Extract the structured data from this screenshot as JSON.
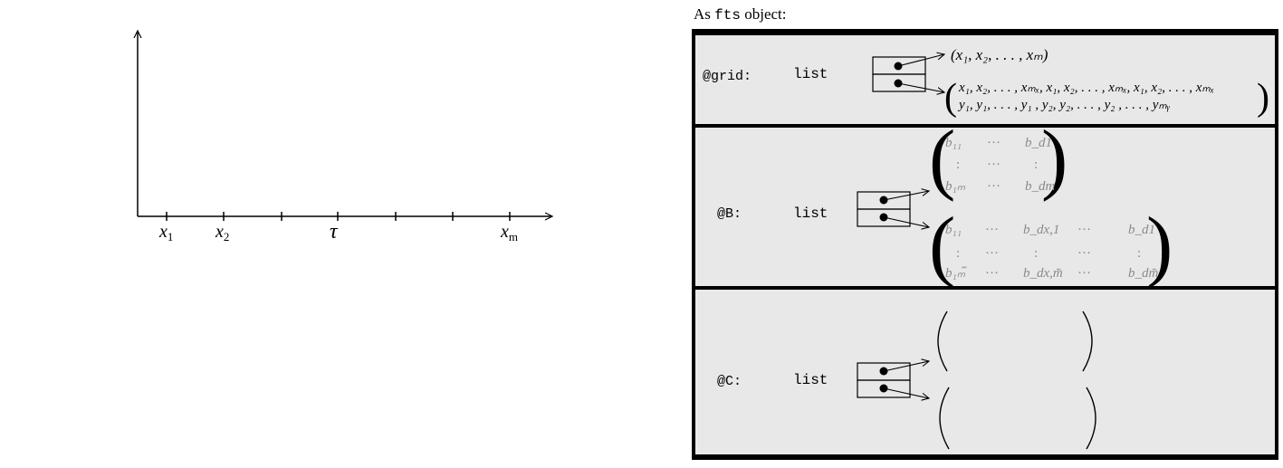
{
  "axis": {
    "tick_labels": {
      "x1_base": "x",
      "x1_sub": "1",
      "x2_base": "x",
      "x2_sub": "2",
      "tau": "τ",
      "xm_base": "x",
      "xm_sub": "m"
    }
  },
  "panel": {
    "heading_before": "As ",
    "heading_code": "fts",
    "heading_after": " object:",
    "rows": [
      {
        "slot": "@grid:",
        "type": "list",
        "vector": "(x₁, x₂, . . . , xₘ)",
        "matrix_row1": "x₁, x₂, . . . , xₘₓ, x₁, x₂, . . . , xₘₓ, x₁, x₂, . . . , xₘₓ",
        "matrix_row2": "y₁, y₁, . . . , y₁ , y₂, y₂, . . . , y₂ ,        . . .       , yₘᵧ"
      },
      {
        "slot": "@B:",
        "type": "list",
        "m1_r1": [
          "b₁₁",
          "···",
          "b_d1"
        ],
        "m1_r2": [
          ":",
          "···",
          ":"
        ],
        "m1_r3": [
          "b₁ₘ",
          "···",
          "b_dm"
        ],
        "m2_r1": [
          "b₁₁",
          "···",
          "b_dx,1",
          "···",
          "b_d1"
        ],
        "m2_r2": [
          ":",
          "···",
          ":",
          "···",
          ":"
        ],
        "m2_r3": [
          "b₁ₘ̃",
          "···",
          "b_dx,m̃",
          "···",
          "b_dm̃"
        ]
      },
      {
        "slot": "@C:",
        "type": "list"
      }
    ]
  },
  "colors": {
    "panel_bg": "#e8e8e8",
    "frame": "#000000",
    "matrix_grey": "#8a8a8a"
  }
}
